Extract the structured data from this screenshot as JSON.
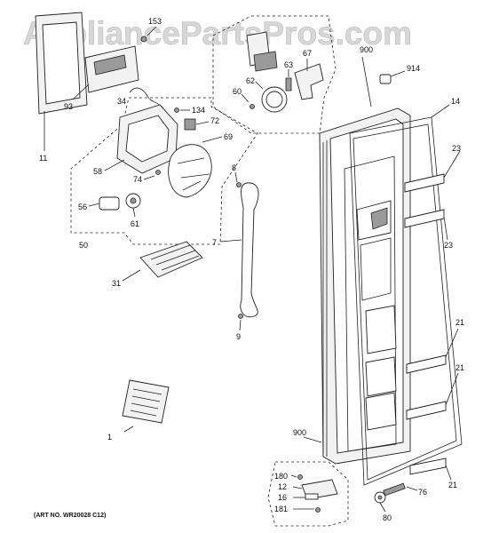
{
  "watermark": "AppliancePartsPros.com",
  "art_number": "(ART NO. WR20028 C12)",
  "callouts": [
    {
      "id": "c153",
      "text": "153"
    },
    {
      "id": "c93",
      "text": "93"
    },
    {
      "id": "c11",
      "text": "11"
    },
    {
      "id": "c34",
      "text": "34"
    },
    {
      "id": "c134",
      "text": "134"
    },
    {
      "id": "c72",
      "text": "72"
    },
    {
      "id": "c69",
      "text": "69"
    },
    {
      "id": "c58",
      "text": "58"
    },
    {
      "id": "c74",
      "text": "74"
    },
    {
      "id": "c56",
      "text": "56"
    },
    {
      "id": "c61",
      "text": "61"
    },
    {
      "id": "c50",
      "text": "50"
    },
    {
      "id": "c31",
      "text": "31"
    },
    {
      "id": "c8",
      "text": "8"
    },
    {
      "id": "c7",
      "text": "7"
    },
    {
      "id": "c9",
      "text": "9"
    },
    {
      "id": "c60",
      "text": "60"
    },
    {
      "id": "c62",
      "text": "62"
    },
    {
      "id": "c63",
      "text": "63"
    },
    {
      "id": "c67",
      "text": "67"
    },
    {
      "id": "c900a",
      "text": "900"
    },
    {
      "id": "c914",
      "text": "914"
    },
    {
      "id": "c14",
      "text": "14"
    },
    {
      "id": "c23a",
      "text": "23"
    },
    {
      "id": "c23b",
      "text": "23"
    },
    {
      "id": "c21a",
      "text": "21"
    },
    {
      "id": "c21b",
      "text": "21"
    },
    {
      "id": "c21c",
      "text": "21"
    },
    {
      "id": "c1",
      "text": "1"
    },
    {
      "id": "c900b",
      "text": "900"
    },
    {
      "id": "c180",
      "text": "180"
    },
    {
      "id": "c12",
      "text": "12"
    },
    {
      "id": "c16",
      "text": "16"
    },
    {
      "id": "c181",
      "text": "181"
    },
    {
      "id": "c76",
      "text": "76"
    },
    {
      "id": "c80",
      "text": "80"
    }
  ]
}
